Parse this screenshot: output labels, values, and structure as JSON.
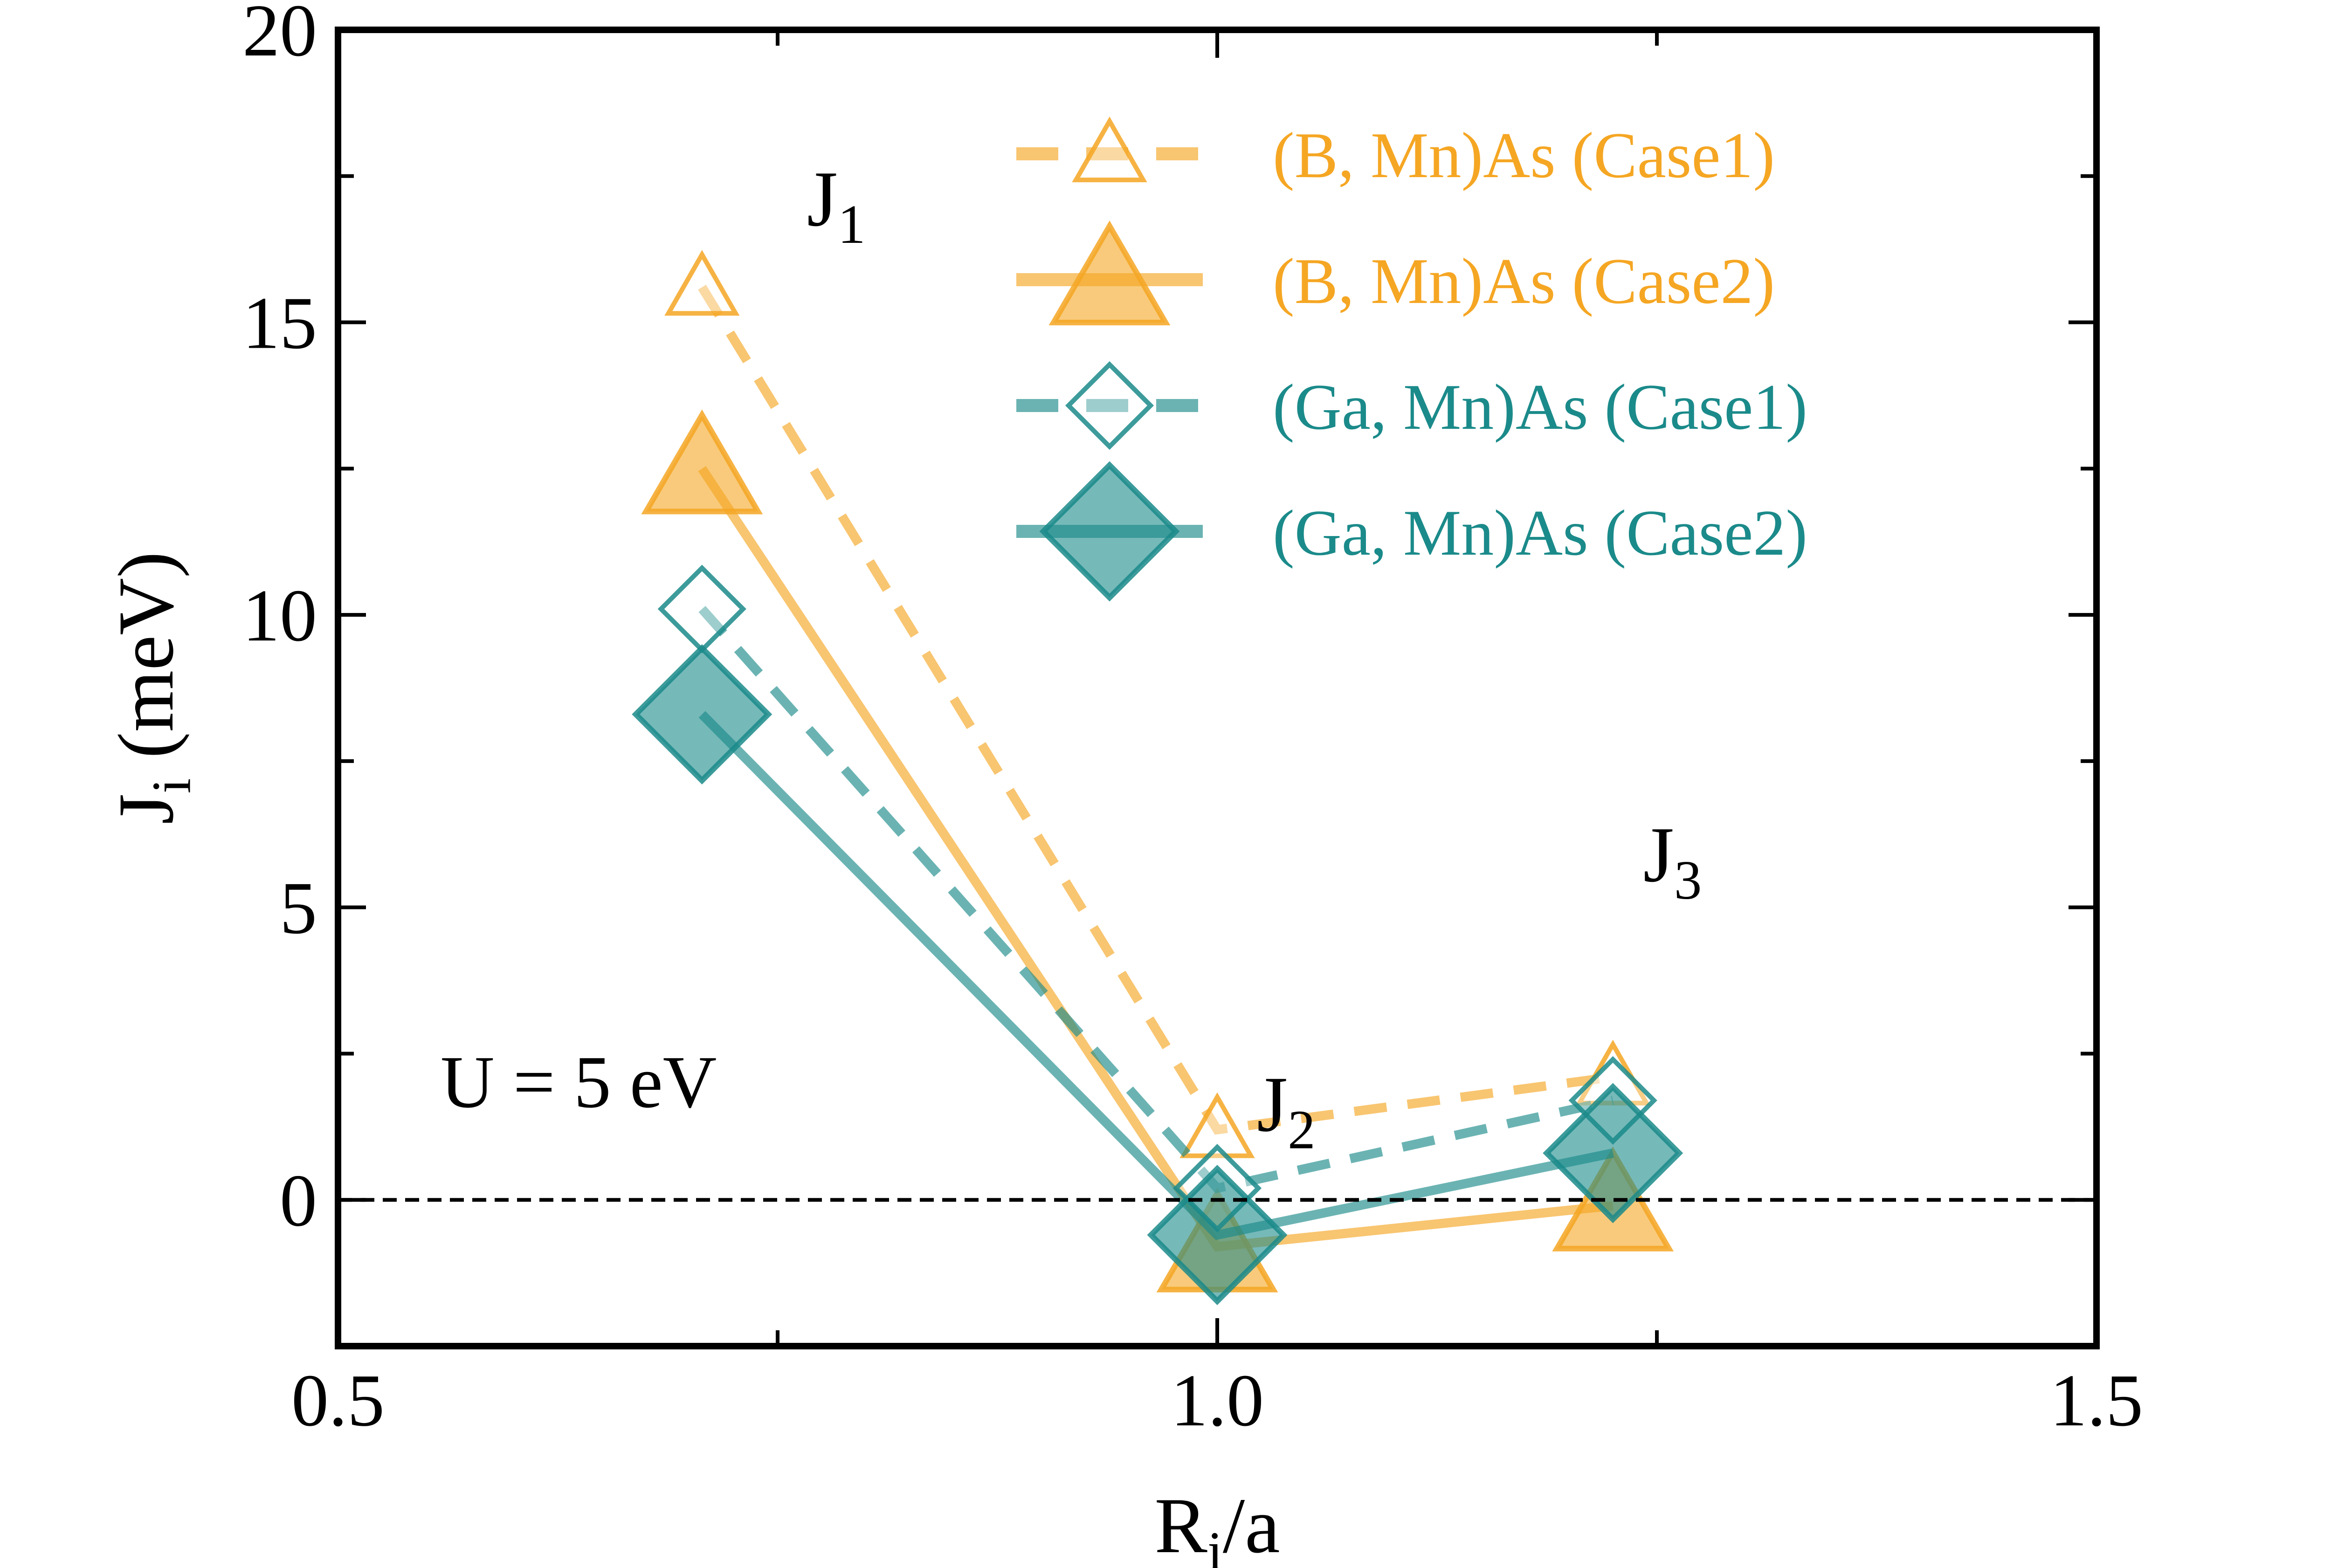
{
  "chart_data": {
    "type": "line",
    "xlabel": {
      "main": "R",
      "sub": "i",
      "rest": "/a"
    },
    "ylabel": {
      "main": "J",
      "sub": "i",
      "rest": " (meV)"
    },
    "xlim": [
      0.5,
      1.5
    ],
    "ylim": [
      -2.5,
      20
    ],
    "xticks": [
      0.5,
      1.0,
      1.5
    ],
    "xtick_labels": [
      "0.5",
      "1.0",
      "1.5"
    ],
    "yticks": [
      0,
      5,
      10,
      15,
      20
    ],
    "ytick_labels": [
      "0",
      "5",
      "10",
      "15",
      "20"
    ],
    "zero_line": true,
    "grid": false,
    "legend_position": "top-right",
    "annotation": "U = 5 eV",
    "point_labels": [
      {
        "main": "J",
        "sub": "1",
        "x": 0.707,
        "y": 15.7
      },
      {
        "main": "J",
        "sub": "2",
        "x": 1.0,
        "y": 1.3
      },
      {
        "main": "J",
        "sub": "3",
        "x": 1.225,
        "y": 2.3
      }
    ],
    "colors": {
      "orange": "#f5a623",
      "teal": "#1b8a8a"
    },
    "series": [
      {
        "name": "(B, Mn)As (Case1)",
        "color": "#f5a623",
        "marker": "triangle",
        "filled": false,
        "dashed": true,
        "size": "small",
        "x": [
          0.707,
          1.0,
          1.225
        ],
        "y": [
          15.6,
          1.2,
          2.1
        ]
      },
      {
        "name": "(B, Mn)As (Case2)",
        "color": "#f5a623",
        "marker": "triangle",
        "filled": true,
        "dashed": false,
        "size": "large",
        "x": [
          0.707,
          1.0,
          1.225
        ],
        "y": [
          12.5,
          -0.8,
          -0.1
        ]
      },
      {
        "name": "(Ga, Mn)As (Case1)",
        "color": "#1b8a8a",
        "marker": "diamond",
        "filled": false,
        "dashed": true,
        "size": "small",
        "x": [
          0.707,
          1.0,
          1.225
        ],
        "y": [
          10.1,
          0.2,
          1.7
        ]
      },
      {
        "name": "(Ga, Mn)As (Case2)",
        "color": "#1b8a8a",
        "marker": "diamond",
        "filled": true,
        "dashed": false,
        "size": "large",
        "x": [
          0.707,
          1.0,
          1.225
        ],
        "y": [
          8.3,
          -0.6,
          0.8
        ]
      }
    ]
  }
}
